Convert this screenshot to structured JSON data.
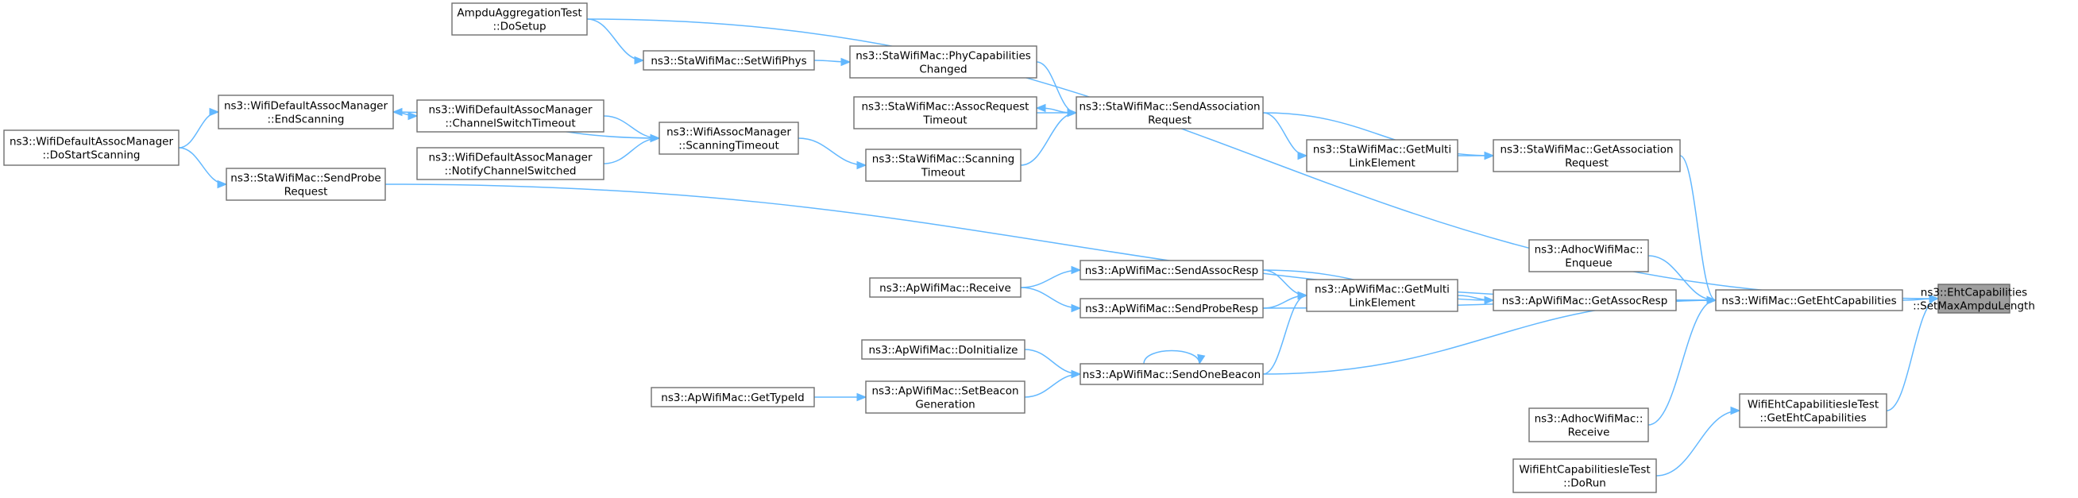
{
  "colors": {
    "edge": "#63b8ff",
    "node_border": "#6f6f6f",
    "root_fill": "#9f9f9f",
    "node_fill": "#ffffff"
  },
  "nodes": [
    {
      "id": "ehtSet",
      "lines": [
        "ns3::EhtCapabilities",
        "::SetMaxAmpduLength"
      ],
      "root": true
    },
    {
      "id": "ampduSetup",
      "lines": [
        "AmpduAggregationTest",
        "::DoSetup"
      ]
    },
    {
      "id": "staSetPhys",
      "lines": [
        "ns3::StaWifiMac::SetWifiPhys"
      ]
    },
    {
      "id": "staPhyCap",
      "lines": [
        "ns3::StaWifiMac::PhyCapabilities",
        "Changed"
      ]
    },
    {
      "id": "staAssocTimeout",
      "lines": [
        "ns3::StaWifiMac::AssocRequest",
        "Timeout"
      ]
    },
    {
      "id": "staSendAssoc",
      "lines": [
        "ns3::StaWifiMac::SendAssociation",
        "Request"
      ]
    },
    {
      "id": "staGetMulti",
      "lines": [
        "ns3::StaWifiMac::GetMulti",
        "LinkElement"
      ]
    },
    {
      "id": "staGetAssoc",
      "lines": [
        "ns3::StaWifiMac::GetAssociation",
        "Request"
      ]
    },
    {
      "id": "staScanTimeout",
      "lines": [
        "ns3::StaWifiMac::Scanning",
        "Timeout"
      ]
    },
    {
      "id": "assocScanTimeout",
      "lines": [
        "ns3::WifiAssocManager",
        "::ScanningTimeout"
      ]
    },
    {
      "id": "defEndScan",
      "lines": [
        "ns3::WifiDefaultAssocManager",
        "::EndScanning"
      ]
    },
    {
      "id": "defChanSwitch",
      "lines": [
        "ns3::WifiDefaultAssocManager",
        "::ChannelSwitchTimeout"
      ]
    },
    {
      "id": "defNotify",
      "lines": [
        "ns3::WifiDefaultAssocManager",
        "::NotifyChannelSwitched"
      ]
    },
    {
      "id": "defDoStart",
      "lines": [
        "ns3::WifiDefaultAssocManager",
        "::DoStartScanning"
      ]
    },
    {
      "id": "staSendProbe",
      "lines": [
        "ns3::StaWifiMac::SendProbe",
        "Request"
      ]
    },
    {
      "id": "adhocEnqueue",
      "lines": [
        "ns3::AdhocWifiMac::",
        "Enqueue"
      ]
    },
    {
      "id": "wifiGetEht",
      "lines": [
        "ns3::WifiMac::GetEhtCapabilities"
      ]
    },
    {
      "id": "apGetAssocResp",
      "lines": [
        "ns3::ApWifiMac::GetAssocResp"
      ]
    },
    {
      "id": "apGetMulti",
      "lines": [
        "ns3::ApWifiMac::GetMulti",
        "LinkElement"
      ]
    },
    {
      "id": "apSendAssocResp",
      "lines": [
        "ns3::ApWifiMac::SendAssocResp"
      ]
    },
    {
      "id": "apSendProbeResp",
      "lines": [
        "ns3::ApWifiMac::SendProbeResp"
      ]
    },
    {
      "id": "apReceive",
      "lines": [
        "ns3::ApWifiMac::Receive"
      ]
    },
    {
      "id": "apDoInit",
      "lines": [
        "ns3::ApWifiMac::DoInitialize"
      ]
    },
    {
      "id": "apSendBeacon",
      "lines": [
        "ns3::ApWifiMac::SendOneBeacon"
      ]
    },
    {
      "id": "apSetBeacon",
      "lines": [
        "ns3::ApWifiMac::SetBeacon",
        "Generation"
      ]
    },
    {
      "id": "apGetTypeId",
      "lines": [
        "ns3::ApWifiMac::GetTypeId"
      ]
    },
    {
      "id": "adhocReceive",
      "lines": [
        "ns3::AdhocWifiMac::",
        "Receive"
      ]
    },
    {
      "id": "testGetEht",
      "lines": [
        "WifiEhtCapabilitiesIeTest",
        "::GetEhtCapabilities"
      ]
    },
    {
      "id": "testDoRun",
      "lines": [
        "WifiEhtCapabilitiesIeTest",
        "::DoRun"
      ]
    }
  ],
  "edges": [
    [
      "ampduSetup",
      "ehtSet"
    ],
    [
      "ampduSetup",
      "staSetPhys"
    ],
    [
      "staSetPhys",
      "staPhyCap"
    ],
    [
      "staPhyCap",
      "staSendAssoc"
    ],
    [
      "staAssocTimeout",
      "staSendAssoc"
    ],
    [
      "staSendAssoc",
      "staAssocTimeout"
    ],
    [
      "staScanTimeout",
      "staSendAssoc"
    ],
    [
      "staSendAssoc",
      "staGetAssoc"
    ],
    [
      "staSendAssoc",
      "staGetMulti"
    ],
    [
      "staGetMulti",
      "staGetAssoc"
    ],
    [
      "staGetAssoc",
      "wifiGetEht"
    ],
    [
      "assocScanTimeout",
      "staScanTimeout"
    ],
    [
      "defChanSwitch",
      "assocScanTimeout"
    ],
    [
      "defNotify",
      "assocScanTimeout"
    ],
    [
      "defEndScan",
      "defChanSwitch"
    ],
    [
      "assocScanTimeout",
      "defEndScan"
    ],
    [
      "defDoStart",
      "defEndScan"
    ],
    [
      "defDoStart",
      "staSendProbe"
    ],
    [
      "staSendProbe",
      "wifiGetEht"
    ],
    [
      "adhocEnqueue",
      "wifiGetEht"
    ],
    [
      "apReceive",
      "apSendAssocResp"
    ],
    [
      "apReceive",
      "apSendProbeResp"
    ],
    [
      "apSendAssocResp",
      "apGetMulti"
    ],
    [
      "apSendProbeResp",
      "apGetMulti"
    ],
    [
      "apSendBeacon",
      "apGetMulti"
    ],
    [
      "apSendAssocResp",
      "apGetAssocResp"
    ],
    [
      "apGetMulti",
      "apGetAssocResp"
    ],
    [
      "apGetAssocResp",
      "wifiGetEht"
    ],
    [
      "apSendProbeResp",
      "wifiGetEht"
    ],
    [
      "apSendBeacon",
      "wifiGetEht"
    ],
    [
      "apSendBeacon",
      "apSendBeacon"
    ],
    [
      "apDoInit",
      "apSendBeacon"
    ],
    [
      "apSetBeacon",
      "apSendBeacon"
    ],
    [
      "apGetTypeId",
      "apSetBeacon"
    ],
    [
      "adhocReceive",
      "wifiGetEht"
    ],
    [
      "wifiGetEht",
      "ehtSet"
    ],
    [
      "testGetEht",
      "ehtSet"
    ],
    [
      "testDoRun",
      "testGetEht"
    ]
  ]
}
